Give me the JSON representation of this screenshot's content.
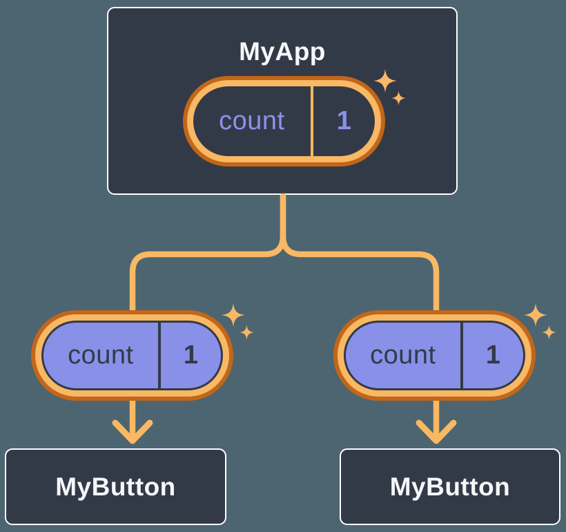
{
  "diagram": {
    "description": "Component tree: parent component holds state and passes it down as props to two child components",
    "root": {
      "title": "MyApp",
      "state": {
        "name": "count",
        "value": "1"
      }
    },
    "children": [
      {
        "title": "MyButton",
        "prop": {
          "name": "count",
          "value": "1"
        }
      },
      {
        "title": "MyButton",
        "prop": {
          "name": "count",
          "value": "1"
        }
      }
    ],
    "icons": {
      "sparkle": "four-point star sparkle marking stateful/updated values"
    },
    "colors": {
      "background": "#4C6570",
      "node_fill": "#333A47",
      "node_border": "#FFFFFF",
      "node_text": "#F6F7F9",
      "pill_prop_fill": "#8890E8",
      "pill_state_text": "#8A92EC",
      "pill_ring_outer": "#C2661A",
      "pill_ring_inner": "#F8B864",
      "connector": "#F8B864",
      "ink": "#333A47"
    }
  }
}
